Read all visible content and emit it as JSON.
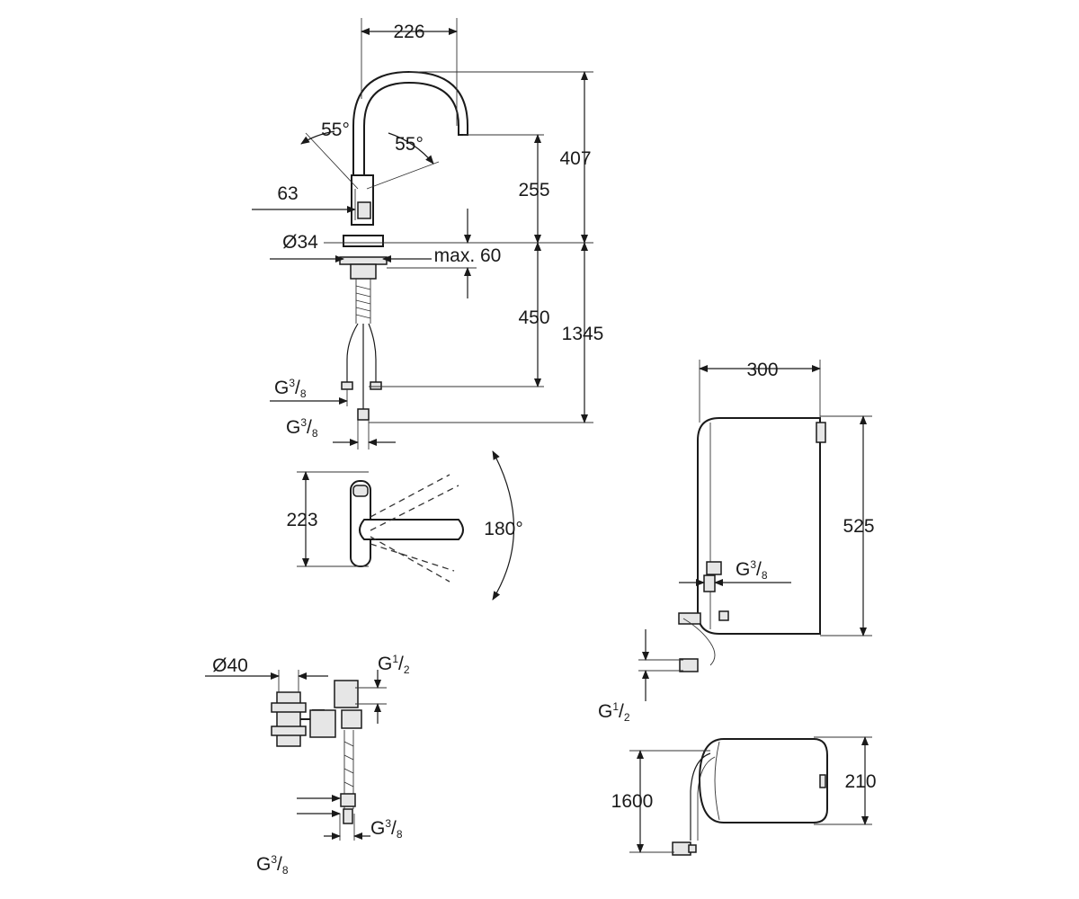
{
  "faucet_elevation": {
    "spout_width": "226",
    "lever_angle_left": "55°",
    "lever_angle_right": "55°",
    "lever_offset": "63",
    "spout_height": "255",
    "total_height": "407",
    "base_diameter": "Ø34",
    "max_thickness": "max. 60",
    "hose_length": "450",
    "overall_length": "1345",
    "connection_upper": {
      "base": "G",
      "num": "3",
      "den": "8"
    },
    "connection_lower": {
      "base": "G",
      "num": "3",
      "den": "8"
    }
  },
  "faucet_plan": {
    "depth": "223",
    "swivel_angle": "180°"
  },
  "valve_assembly": {
    "diameter": "Ø40",
    "inlet": {
      "base": "G",
      "num": "1",
      "den": "2"
    },
    "outlet_right": {
      "base": "G",
      "num": "3",
      "den": "8"
    },
    "outlet_bottom": {
      "base": "G",
      "num": "3",
      "den": "8"
    }
  },
  "boiler_front": {
    "width": "300",
    "height": "525",
    "connection": {
      "base": "G",
      "num": "3",
      "den": "8"
    },
    "inlet": {
      "base": "G",
      "num": "1",
      "den": "2"
    }
  },
  "boiler_top": {
    "cable_length": "1600",
    "depth": "210"
  }
}
